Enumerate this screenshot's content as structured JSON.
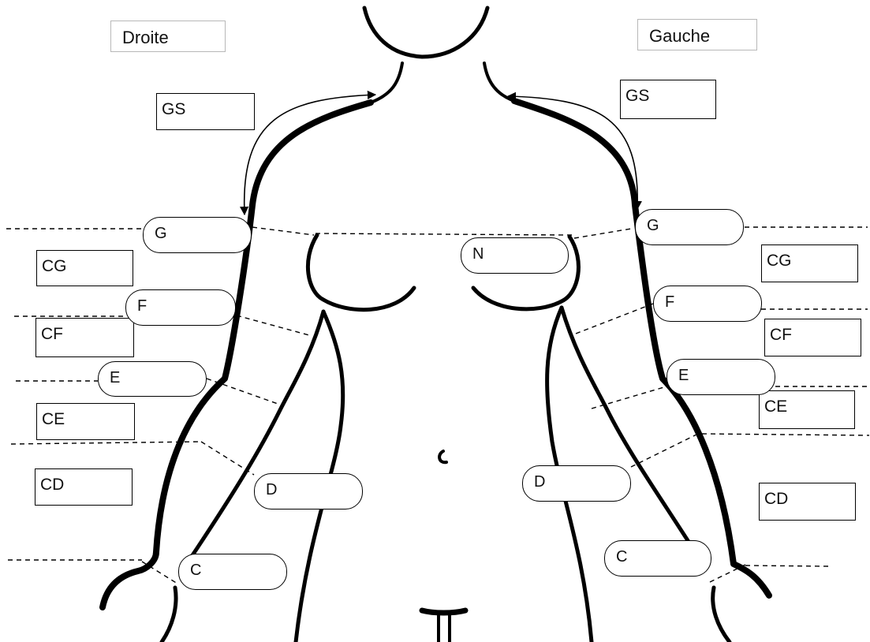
{
  "sides": {
    "right": "Droite",
    "left": "Gauche"
  },
  "zones": {
    "right": {
      "gs": "GS",
      "cg": "CG",
      "cf": "CF",
      "ce": "CE",
      "cd": "CD"
    },
    "left": {
      "gs": "GS",
      "cg": "CG",
      "cf": "CF",
      "ce": "CE",
      "cd": "CD"
    }
  },
  "points": {
    "right": {
      "g": "G",
      "f": "F",
      "e": "E",
      "d": "D",
      "c": "C"
    },
    "left": {
      "g": "G",
      "f": "F",
      "e": "E",
      "d": "D",
      "c": "C"
    },
    "center": {
      "n": "N"
    }
  }
}
